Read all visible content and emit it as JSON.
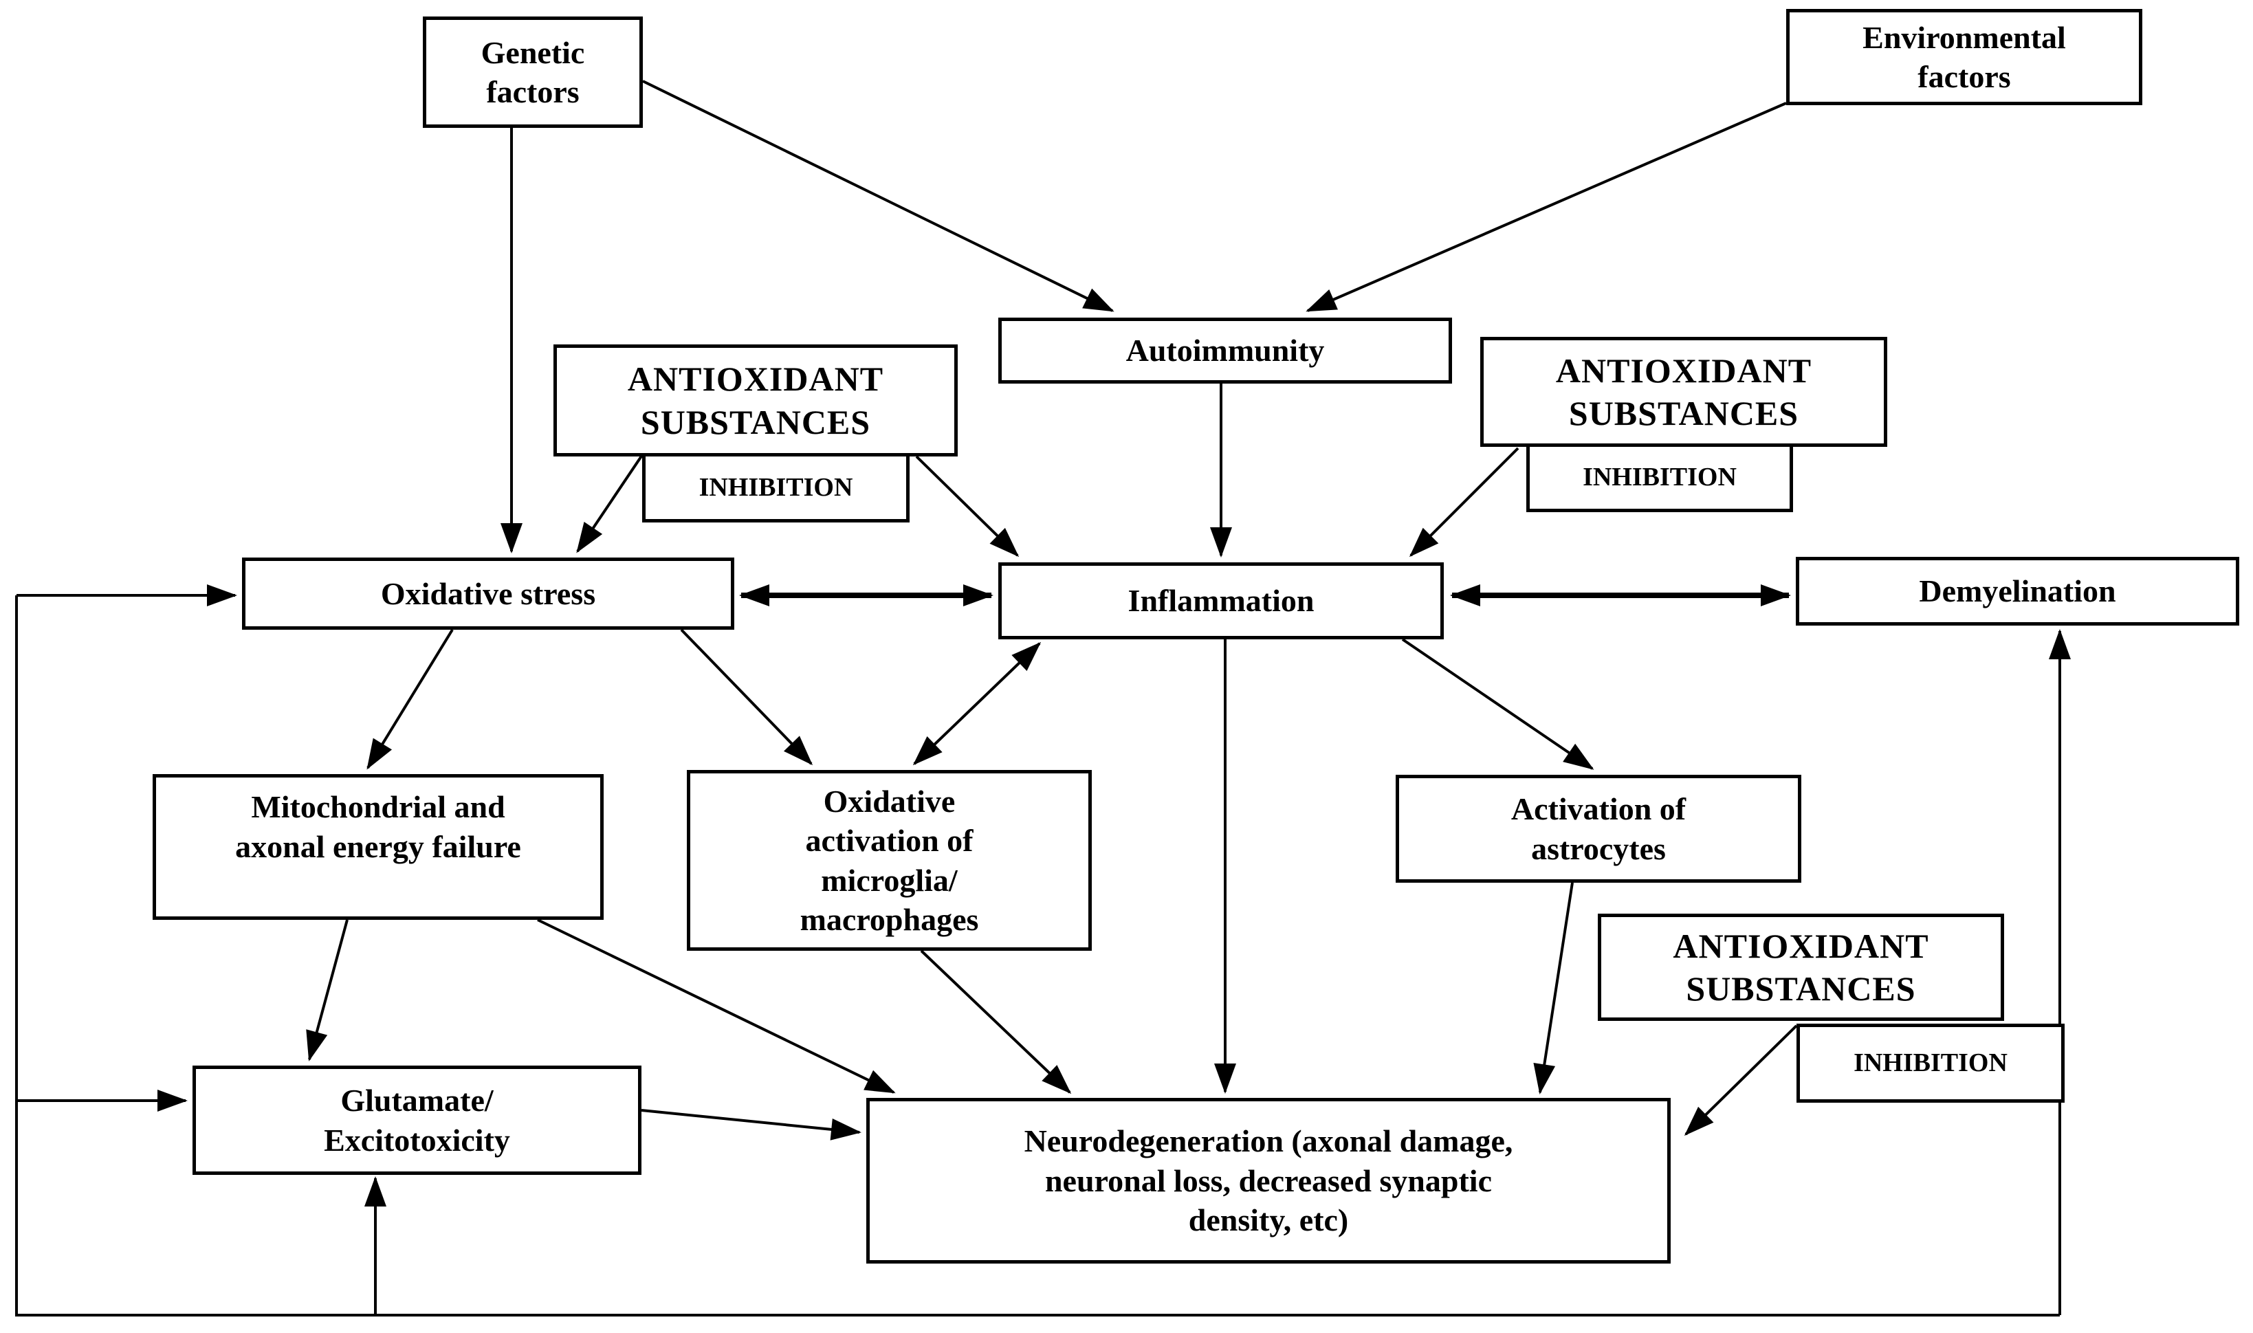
{
  "diagram": {
    "colors": {
      "background": "#ffffff",
      "box_fill": "#ffffff",
      "border": "#000000",
      "text": "#000000",
      "line": "#000000"
    },
    "nodes": {
      "genetic": {
        "label": "Genetic\nfactors"
      },
      "environmental": {
        "label": "Environmental\nfactors"
      },
      "autoimmunity": {
        "label": "Autoimmunity"
      },
      "antioxidant_left": {
        "label": "ANTIOXIDANT\nSUBSTANCES"
      },
      "inhibition_left": {
        "label": "INHIBITION"
      },
      "antioxidant_right": {
        "label": "ANTIOXIDANT\nSUBSTANCES"
      },
      "inhibition_right": {
        "label": "INHIBITION"
      },
      "oxidative_stress": {
        "label": "Oxidative stress"
      },
      "inflammation": {
        "label": "Inflammation"
      },
      "demyelination": {
        "label": "Demyelination"
      },
      "mitochondrial": {
        "label": "Mitochondrial and\naxonal energy failure"
      },
      "microglia": {
        "label": "Oxidative\nactivation of\nmicroglia/\nmacrophages"
      },
      "astrocytes": {
        "label": "Activation of\nastrocytes"
      },
      "antioxidant_bottom": {
        "label": "ANTIOXIDANT\nSUBSTANCES"
      },
      "inhibition_bottom": {
        "label": "INHIBITION"
      },
      "glutamate": {
        "label": "Glutamate/\nExcitotoxicity"
      },
      "neurodegeneration": {
        "label": "Neurodegeneration (axonal damage,\nneuronal loss, decreased synaptic\ndensity, etc)"
      }
    },
    "edges": [
      {
        "from": "genetic",
        "to": "oxidative_stress",
        "style": "arrow"
      },
      {
        "from": "genetic",
        "to": "autoimmunity",
        "style": "arrow"
      },
      {
        "from": "environmental",
        "to": "autoimmunity",
        "style": "arrow"
      },
      {
        "from": "autoimmunity",
        "to": "inflammation",
        "style": "arrow"
      },
      {
        "from": "antioxidant_left",
        "to": "oxidative_stress",
        "style": "arrow"
      },
      {
        "from": "antioxidant_left",
        "to": "inflammation",
        "style": "arrow"
      },
      {
        "from": "antioxidant_right",
        "to": "inflammation",
        "style": "arrow"
      },
      {
        "from": "oxidative_stress",
        "to": "inflammation",
        "style": "double-arrow"
      },
      {
        "from": "inflammation",
        "to": "demyelination",
        "style": "double-arrow"
      },
      {
        "from": "oxidative_stress",
        "to": "mitochondrial",
        "style": "arrow"
      },
      {
        "from": "oxidative_stress",
        "to": "microglia",
        "style": "arrow"
      },
      {
        "from": "inflammation",
        "to": "microglia",
        "style": "double-arrow"
      },
      {
        "from": "inflammation",
        "to": "astrocytes",
        "style": "arrow"
      },
      {
        "from": "inflammation",
        "to": "neurodegeneration",
        "style": "arrow"
      },
      {
        "from": "mitochondrial",
        "to": "glutamate",
        "style": "arrow"
      },
      {
        "from": "mitochondrial",
        "to": "neurodegeneration",
        "style": "arrow"
      },
      {
        "from": "microglia",
        "to": "neurodegeneration",
        "style": "arrow"
      },
      {
        "from": "astrocytes",
        "to": "neurodegeneration",
        "style": "arrow"
      },
      {
        "from": "glutamate",
        "to": "neurodegeneration",
        "style": "arrow"
      },
      {
        "from": "antioxidant_bottom",
        "to": "neurodegeneration",
        "style": "arrow"
      },
      {
        "from": "feedback_loop",
        "to": "oxidative_stress",
        "style": "arrow"
      },
      {
        "from": "feedback_loop",
        "to": "glutamate",
        "style": "arrow"
      },
      {
        "from": "feedback_loop",
        "to": "demyelination",
        "style": "arrow"
      }
    ]
  }
}
